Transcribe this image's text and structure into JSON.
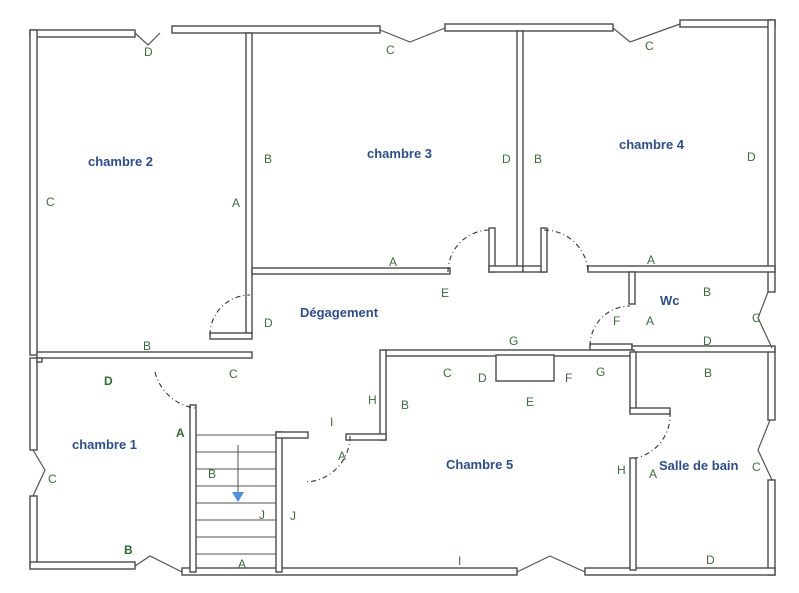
{
  "rooms": {
    "chambre2": "chambre 2",
    "chambre3": "chambre 3",
    "chambre4": "chambre 4",
    "degagement": "Dégagement",
    "wc": "Wc",
    "chambre1": "chambre 1",
    "chambre5": "Chambre 5",
    "salle_de_bain": "Salle de bain"
  },
  "letters": {
    "c2_top_d": "D",
    "c2_left_c": "C",
    "c2_right_a": "A",
    "c2_bottom_b": "B",
    "c3_top_c": "C",
    "c3_left_b": "B",
    "c3_right_d": "D",
    "c3_bottom_a": "A",
    "c4_top_c": "C",
    "c4_left_b": "B",
    "c4_right_d": "D",
    "c4_bottom_a": "A",
    "deg_e": "E",
    "deg_d": "D",
    "deg_c": "C",
    "deg_i": "I",
    "deg_a": "A",
    "deg_h": "H",
    "deg_g": "G",
    "wc_b": "B",
    "wc_f": "F",
    "wc_a": "A",
    "wc_d": "D",
    "wc_c": "C",
    "c1_d": "D",
    "c1_a": "A",
    "c1_c": "C",
    "c1_b": "B",
    "stair_b": "B",
    "stair_j": "J",
    "stair_a": "A",
    "stair_j2": "J",
    "c5_c": "C",
    "c5_b": "B",
    "c5_d": "D",
    "c5_e": "E",
    "c5_f": "F",
    "c5_g": "G",
    "c5_h": "H",
    "c5_i": "I",
    "sdb_b": "B",
    "sdb_a": "A",
    "sdb_c": "C",
    "sdb_d": "D"
  },
  "colors": {
    "room_label": "#2f4d86",
    "letter": "#3d6b3d",
    "stair_arrow": "#4f8fd8"
  },
  "icons": {
    "stair_arrow": "down-arrow-icon"
  }
}
